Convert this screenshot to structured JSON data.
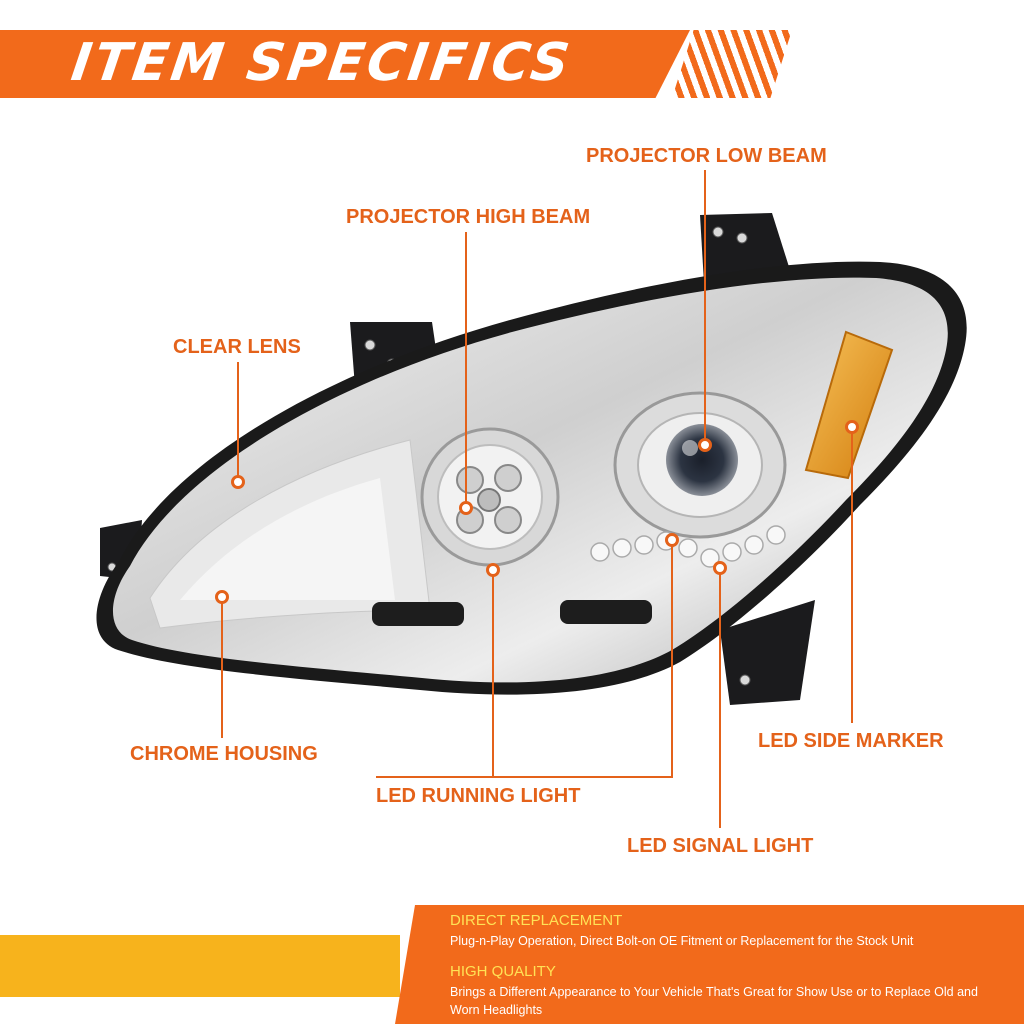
{
  "header": {
    "title": "ITEM SPECIFICS"
  },
  "callouts": {
    "projector_low_beam": "PROJECTOR LOW BEAM",
    "projector_high_beam": "PROJECTOR HIGH BEAM",
    "clear_lens": "CLEAR LENS",
    "chrome_housing": "CHROME HOUSING",
    "led_running_light": "LED RUNNING LIGHT",
    "led_signal_light": "LED SIGNAL LIGHT",
    "led_side_marker": "LED SIDE MARKER"
  },
  "features": [
    {
      "heading": "DIRECT REPLACEMENT",
      "text": "Plug-n-Play Operation, Direct Bolt-on OE Fitment or Replacement for the Stock Unit"
    },
    {
      "heading": "HIGH QUALITY",
      "text": "Brings a Different Appearance to Your Vehicle That's Great for Show Use or to Replace Old and Worn Headlights"
    }
  ],
  "colors": {
    "accent_orange": "#f26a1b",
    "accent_yellow": "#f7b31c",
    "heading_yellow": "#ffe255",
    "callout_text": "#e4621a"
  }
}
